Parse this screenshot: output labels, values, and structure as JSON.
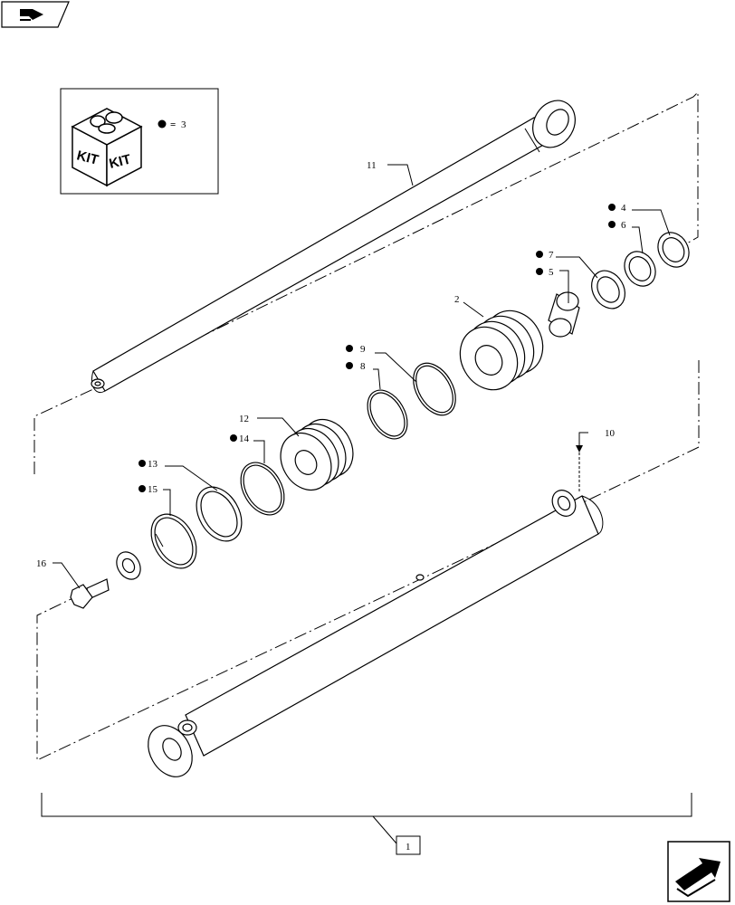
{
  "kit": {
    "text_left": "KIT",
    "text_right": "KIT",
    "legend_eq": "=",
    "legend_num": "3"
  },
  "callouts": {
    "c1": "1",
    "c2": "2",
    "c4": "4",
    "c5": "5",
    "c6": "6",
    "c7": "7",
    "c8": "8",
    "c9": "9",
    "c10": "10",
    "c11": "11",
    "c12": "12",
    "c13": "13",
    "c14": "14",
    "c15": "15",
    "c16": "16"
  },
  "icons": {
    "top_left": "previous-page-arrow-icon",
    "bottom_right": "next-page-arrow-icon",
    "kit_box": "kit-box-icon",
    "kit_bullet": "black-dot-icon"
  }
}
